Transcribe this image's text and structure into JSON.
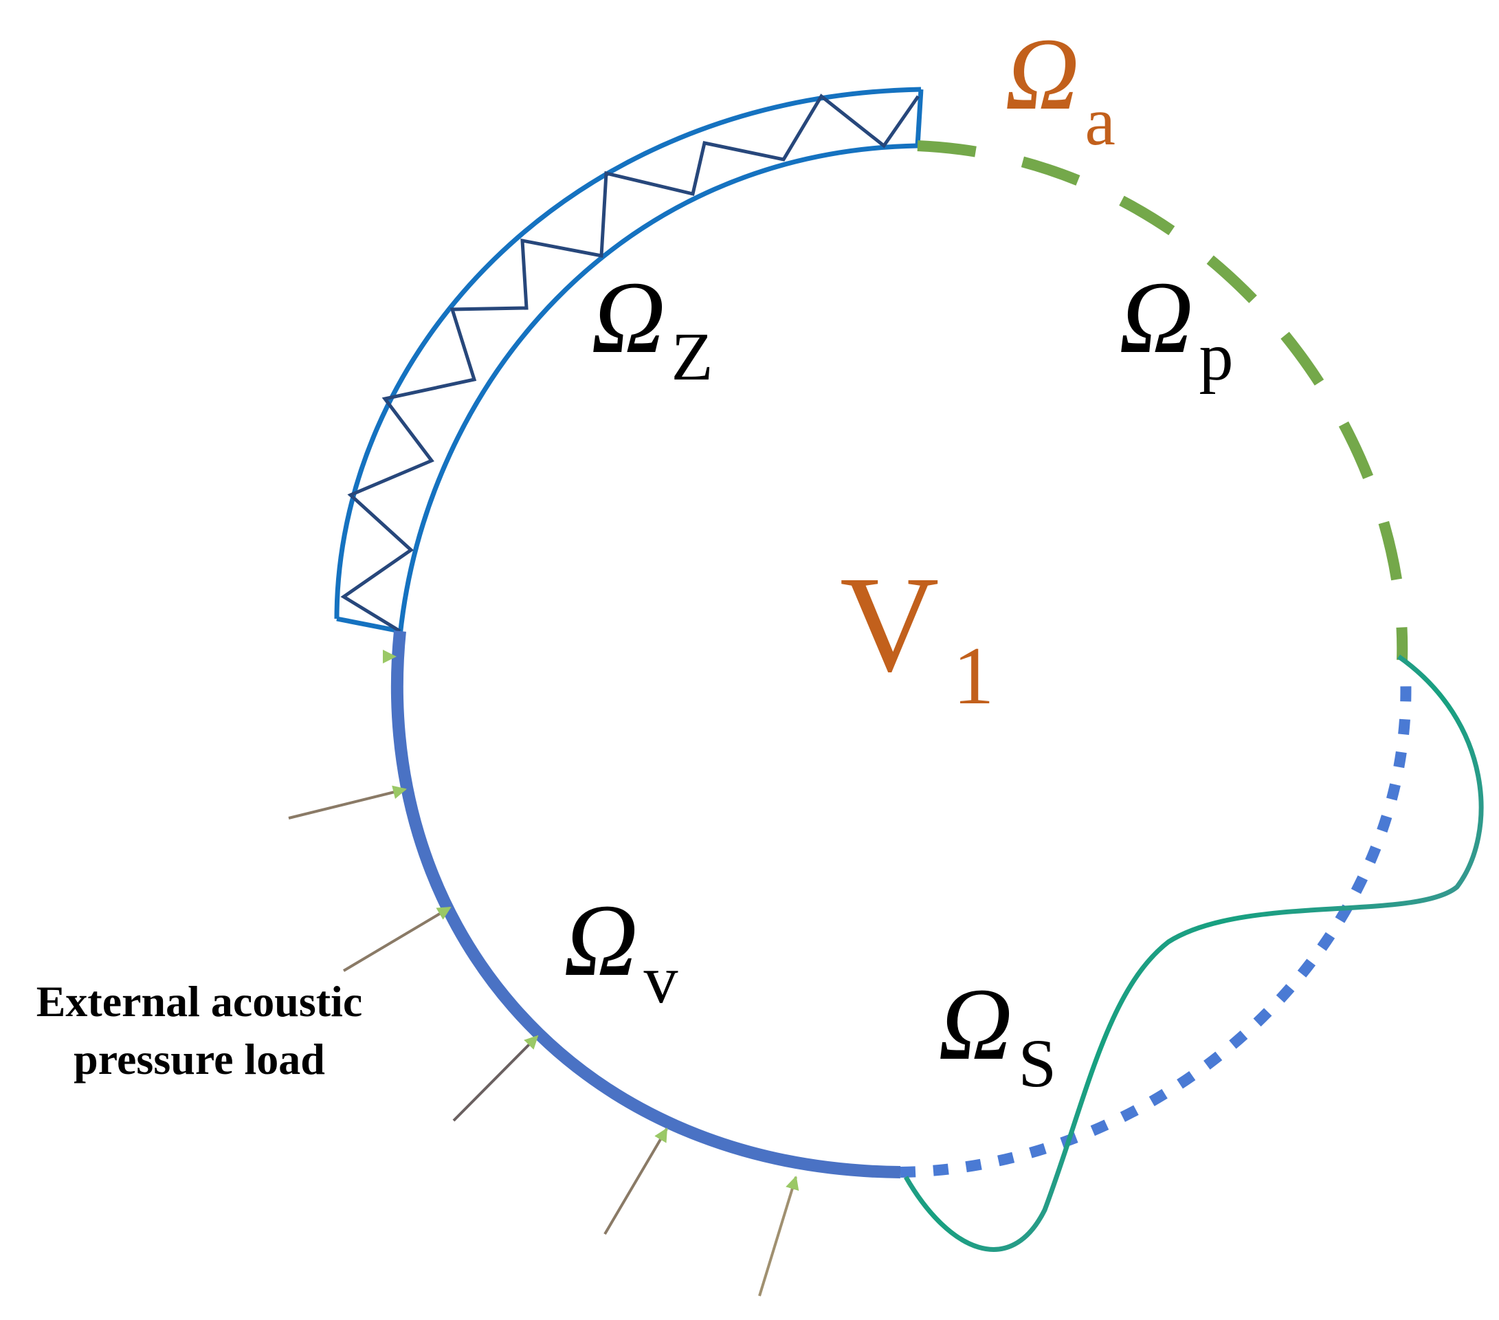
{
  "colors": {
    "impedance_boundary": "#1572c0",
    "spring_lines": "#27477b",
    "pressure_boundary": "#74a84a",
    "velocity_boundary": "#4a72c4",
    "structural_boundary_dotted": "#4a7ad4",
    "structural_curve_teal": "#17a080",
    "structural_curve_gray": "#6a8aa8",
    "load_arrow_head": "#9ac866",
    "load_arrow_tail": "#8a8060",
    "accent_label": "#c2601c",
    "text": "#000000"
  },
  "labels": {
    "omega_a": {
      "symbol": "Ω",
      "sub": "a"
    },
    "omega_z": {
      "symbol": "Ω",
      "sub": "Z"
    },
    "omega_p": {
      "symbol": "Ω",
      "sub": "p"
    },
    "omega_v": {
      "symbol": "Ω",
      "sub": "v"
    },
    "omega_s": {
      "symbol": "Ω",
      "sub": "S"
    },
    "volume": {
      "symbol": "V",
      "sub": "1"
    }
  },
  "load_label": {
    "line1": "External acoustic",
    "line2": "pressure load"
  }
}
